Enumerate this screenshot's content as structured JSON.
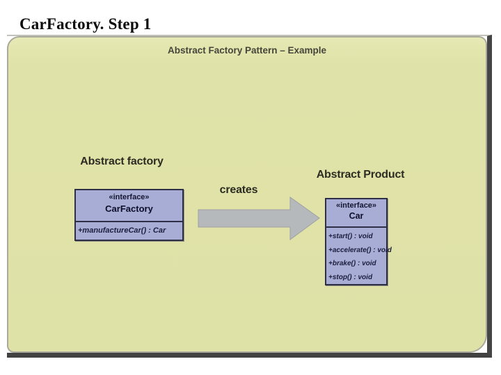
{
  "page": {
    "title": "CarFactory. Step 1"
  },
  "slide": {
    "title": "Abstract Factory Pattern – Example",
    "labels": {
      "factory": "Abstract factory",
      "product": "Abstract Product",
      "arrow": "creates"
    },
    "boxes": {
      "car_factory": {
        "stereotype": "«interface»",
        "name": "CarFactory",
        "methods": [
          "+manufactureCar() : Car"
        ]
      },
      "car": {
        "stereotype": "«interface»",
        "name": "Car",
        "methods": [
          "+start() : void",
          "+accelerate() : void",
          "+brake() : void",
          "+stop() : void"
        ]
      }
    },
    "colors": {
      "slide_background": "#e0e3a9",
      "box_fill": "#a7add5",
      "box_border": "#2e2e46",
      "arrow_fill": "#b6b9bb",
      "frame_border": "#454545",
      "title_text": "#0d0d0d"
    }
  }
}
